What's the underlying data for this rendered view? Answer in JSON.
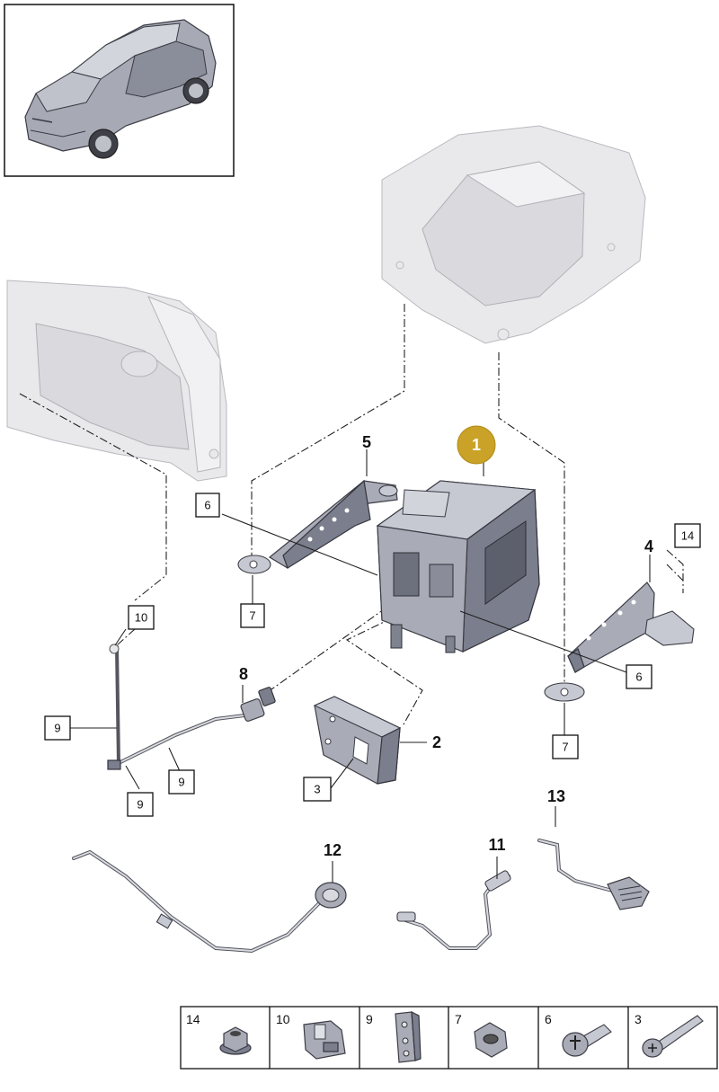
{
  "highlight_color": "#c9a227",
  "callouts": {
    "p1": "1",
    "p2": "2",
    "p3": "3",
    "p4": "4",
    "p5": "5",
    "p6a": "6",
    "p6b": "6",
    "p7a": "7",
    "p7b": "7",
    "p8": "8",
    "p9a": "9",
    "p9b": "9",
    "p9c": "9",
    "p10": "10",
    "p11": "11",
    "p12": "12",
    "p13": "13",
    "p14": "14"
  },
  "legend": [
    {
      "num": "14",
      "icon": "flange-nut-icon"
    },
    {
      "num": "10",
      "icon": "clip-bracket-icon"
    },
    {
      "num": "9",
      "icon": "cable-holder-icon"
    },
    {
      "num": "7",
      "icon": "hex-nut-icon"
    },
    {
      "num": "6",
      "icon": "torx-bolt-icon"
    },
    {
      "num": "3",
      "icon": "long-bolt-icon"
    }
  ]
}
